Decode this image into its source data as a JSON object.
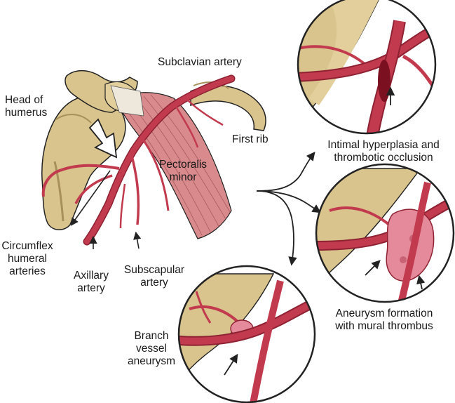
{
  "labels": {
    "head_of_humerus": [
      "Head of",
      "humerus"
    ],
    "subclavian_artery": "Subclavian artery",
    "first_rib": "First rib",
    "pectoralis_minor": [
      "Pectoralis",
      "minor"
    ],
    "circumflex": [
      "Circumflex",
      "humeral",
      "arteries"
    ],
    "axillary": [
      "Axillary",
      "artery"
    ],
    "subscapular": [
      "Subscapular",
      "artery"
    ],
    "intimal": [
      "Intimal hyperplasia and",
      "thrombotic occlusion"
    ],
    "aneurysm_formation": [
      "Aneurysm formation",
      "with mural thrombus"
    ],
    "branch_vessel": [
      "Branch",
      "vessel",
      "aneurysm"
    ]
  },
  "colors": {
    "bone": "#d9c48d",
    "bone_shade": "#a8905a",
    "artery": "#c23a4e",
    "artery_dark": "#8e2233",
    "muscle": "#d98a8c",
    "outline": "#222222"
  }
}
